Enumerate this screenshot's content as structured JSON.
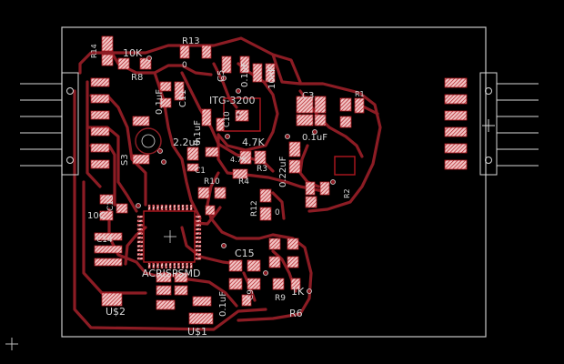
{
  "colors": {
    "background": "#000000",
    "board_outline": "#c8c8c8",
    "trace": "#8c1c24",
    "pad_fill": "#f2c6c6",
    "pad_hatch": "#b01820",
    "silkscreen": "#d8d8d8"
  },
  "labels": {
    "r14": "R14",
    "tenk": "10K",
    "r13": "R13",
    "r13_val": "0",
    "r8": "R8",
    "c11": "C11",
    "c11_val": "0.1uF",
    "c5": "C5",
    "c5_val": "0.1uF",
    "c6_val": "10nF",
    "itg": "ITG-3200",
    "c10_val": "0.1uF",
    "c10": "C10",
    "c3": "C3",
    "r1": "R1",
    "c2_val": "0.1uF",
    "s3": "S3",
    "val_22uf": "2.2uF",
    "val_47k": "4.7K",
    "c1": "C1",
    "val_022uf": "0.22uF",
    "r4": "R4",
    "r3": "R3",
    "r10": "R10",
    "r2": "R2",
    "c13": "C13",
    "c14": "C14",
    "val_10c": "10C",
    "r12": "R12",
    "r12_val": "0",
    "chip": "ACRISPSMD",
    "c15": "C15",
    "c9": "C9",
    "c9_val": "0.1uF",
    "val_1k": "1K",
    "r6": "R6",
    "u2": "U$2",
    "u1": "U$1",
    "r9": "R9"
  }
}
